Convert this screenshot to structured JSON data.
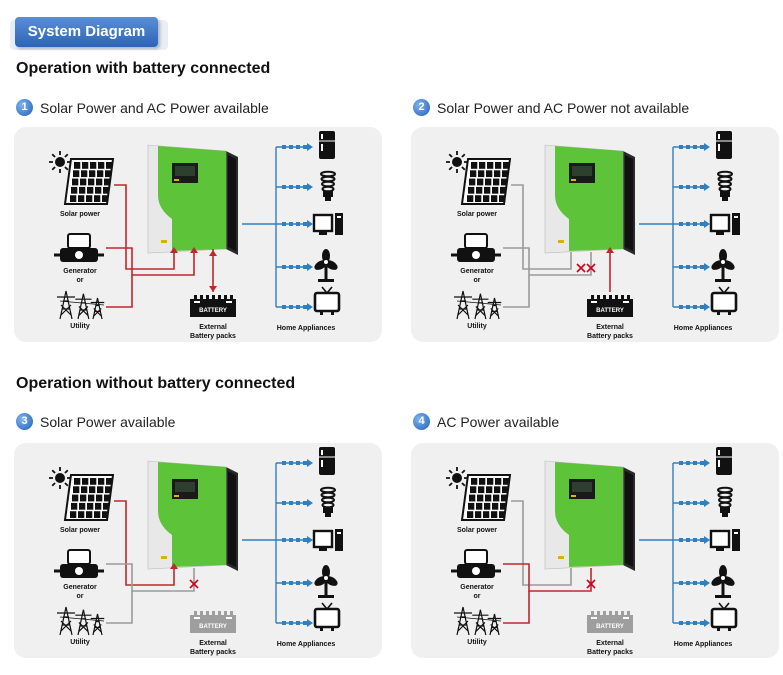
{
  "banner": "System Diagram",
  "sections": [
    {
      "title": "Operation with battery connected"
    },
    {
      "title": "Operation without battery connected"
    }
  ],
  "scenarios": [
    {
      "number": "1",
      "title": "Solar Power and AC Power available",
      "solar": "power",
      "ac": "power",
      "battery": "active"
    },
    {
      "number": "2",
      "title": "Solar Power and AC Power not available",
      "solar": "inactive",
      "ac": "blocked",
      "battery": "supply"
    },
    {
      "number": "3",
      "title": "Solar Power available",
      "solar": "power",
      "ac": "blocked",
      "battery": "absent"
    },
    {
      "number": "4",
      "title": "AC Power available",
      "solar": "inactive",
      "ac": "power-blocked",
      "battery": "absent"
    }
  ],
  "labels": {
    "solar": "Solar power",
    "generator": "Generator",
    "or": "or",
    "utility": "Utility",
    "battery": "BATTERY",
    "battery_caption_1": "External",
    "battery_caption_2": "Battery packs",
    "appliances": "Home Appliances"
  },
  "colors": {
    "banner": "#2d64b7",
    "power_line": "#c1272d",
    "inactive_line": "#9a9a9a",
    "appliance_line": "#2f7fc1",
    "inverter_green": "#5dc43a",
    "blocked_mark": "#d0021b"
  },
  "icons": [
    "sun-icon",
    "solar-panel-icon",
    "generator-icon",
    "utility-tower-icon",
    "inverter-icon",
    "battery-icon",
    "fridge-icon",
    "bulb-icon",
    "computer-icon",
    "fan-icon",
    "tv-icon"
  ]
}
